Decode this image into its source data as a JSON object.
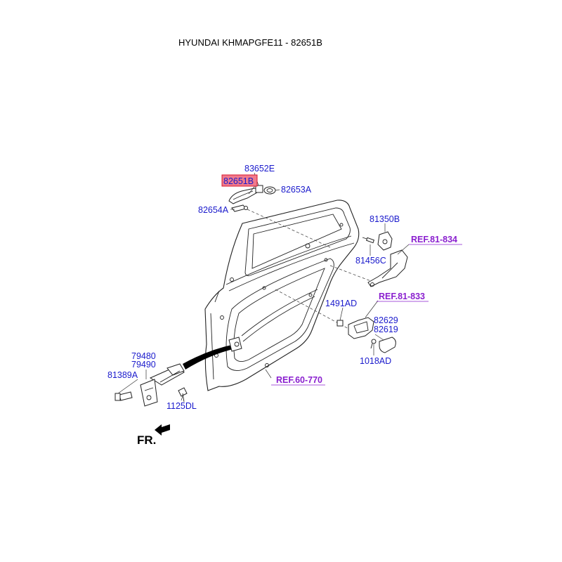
{
  "title": "HYUNDAI KHMAPGFE11 - 82651B",
  "colors": {
    "part_label": "#1a1acc",
    "ref_label": "#8a1fcf",
    "highlight_fill": "#f07a8c",
    "highlight_stroke": "#d81a2e",
    "line": "#222222"
  },
  "labels": {
    "p83652E": "83652E",
    "p82651B": "82651B",
    "p82653A": "82653A",
    "p82654A": "82654A",
    "p81350B": "81350B",
    "p81456C": "81456C",
    "p1491AD": "1491AD",
    "p82629": "82629",
    "p82619": "82619",
    "p1018AD": "1018AD",
    "p79480": "79480",
    "p79490": "79490",
    "p81389A": "81389A",
    "p1125DL": "1125DL"
  },
  "refs": {
    "r81834": "REF.81-834",
    "r81833": "REF.81-833",
    "r60770": "REF.60-770"
  },
  "direction": {
    "fr_label": "FR.",
    "fr_icon": "arrow-left-down-icon"
  },
  "highlighted_part": "82651B"
}
